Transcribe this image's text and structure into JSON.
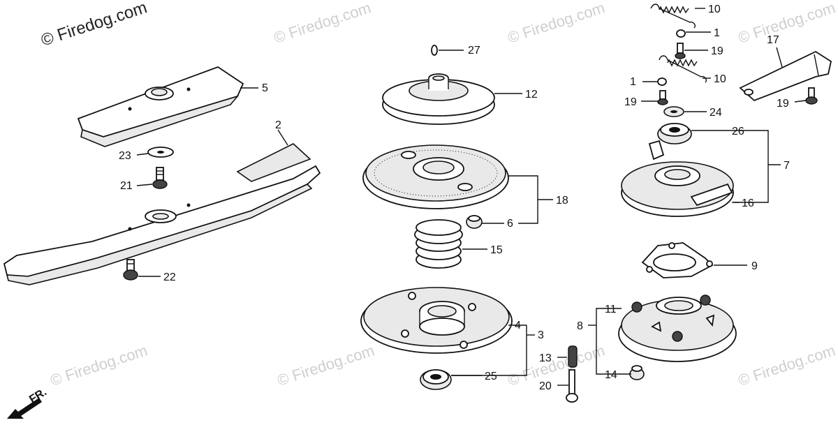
{
  "watermarks": {
    "primary": "© Firedog.com",
    "repeated": "© Firedog.com"
  },
  "direction_indicator": {
    "label": "FR."
  },
  "callouts": [
    {
      "id": "c1a",
      "label": "1"
    },
    {
      "id": "c1b",
      "label": "1"
    },
    {
      "id": "c2",
      "label": "2"
    },
    {
      "id": "c3",
      "label": "3"
    },
    {
      "id": "c4",
      "label": "4"
    },
    {
      "id": "c5",
      "label": "5"
    },
    {
      "id": "c6",
      "label": "6"
    },
    {
      "id": "c7",
      "label": "7"
    },
    {
      "id": "c8",
      "label": "8"
    },
    {
      "id": "c9",
      "label": "9"
    },
    {
      "id": "c10a",
      "label": "10"
    },
    {
      "id": "c10b",
      "label": "10"
    },
    {
      "id": "c11",
      "label": "11"
    },
    {
      "id": "c12",
      "label": "12"
    },
    {
      "id": "c13",
      "label": "13"
    },
    {
      "id": "c14",
      "label": "14"
    },
    {
      "id": "c15",
      "label": "15"
    },
    {
      "id": "c16",
      "label": "16"
    },
    {
      "id": "c17",
      "label": "17"
    },
    {
      "id": "c18",
      "label": "18"
    },
    {
      "id": "c19a",
      "label": "19"
    },
    {
      "id": "c19b",
      "label": "19"
    },
    {
      "id": "c19c",
      "label": "19"
    },
    {
      "id": "c20",
      "label": "20"
    },
    {
      "id": "c21",
      "label": "21"
    },
    {
      "id": "c22",
      "label": "22"
    },
    {
      "id": "c23",
      "label": "23"
    },
    {
      "id": "c24",
      "label": "24"
    },
    {
      "id": "c25",
      "label": "25"
    },
    {
      "id": "c26",
      "label": "26"
    },
    {
      "id": "c27",
      "label": "27"
    }
  ]
}
